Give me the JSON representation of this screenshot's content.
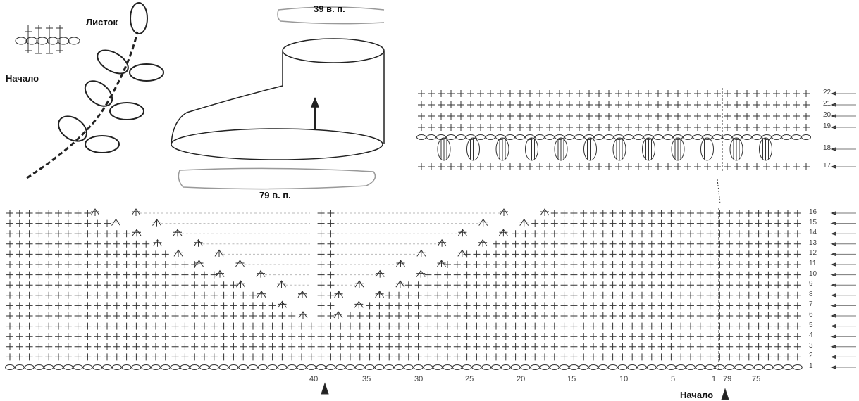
{
  "labels": {
    "leaf": "Листок",
    "start_top": "Начало",
    "top_chain": "39 в. п.",
    "bottom_chain": "79 в. п.",
    "start_bottom": "Начало"
  },
  "column_numbers": [
    "40",
    "35",
    "30",
    "25",
    "20",
    "15",
    "10",
    "5",
    "1",
    "79",
    "75"
  ],
  "bottom_rows": [
    "1",
    "2",
    "3",
    "4",
    "5",
    "6",
    "7",
    "8",
    "9",
    "10",
    "11",
    "12",
    "13",
    "14",
    "15",
    "16"
  ],
  "top_rows": [
    "17",
    "18",
    "19",
    "20",
    "21",
    "22"
  ]
}
